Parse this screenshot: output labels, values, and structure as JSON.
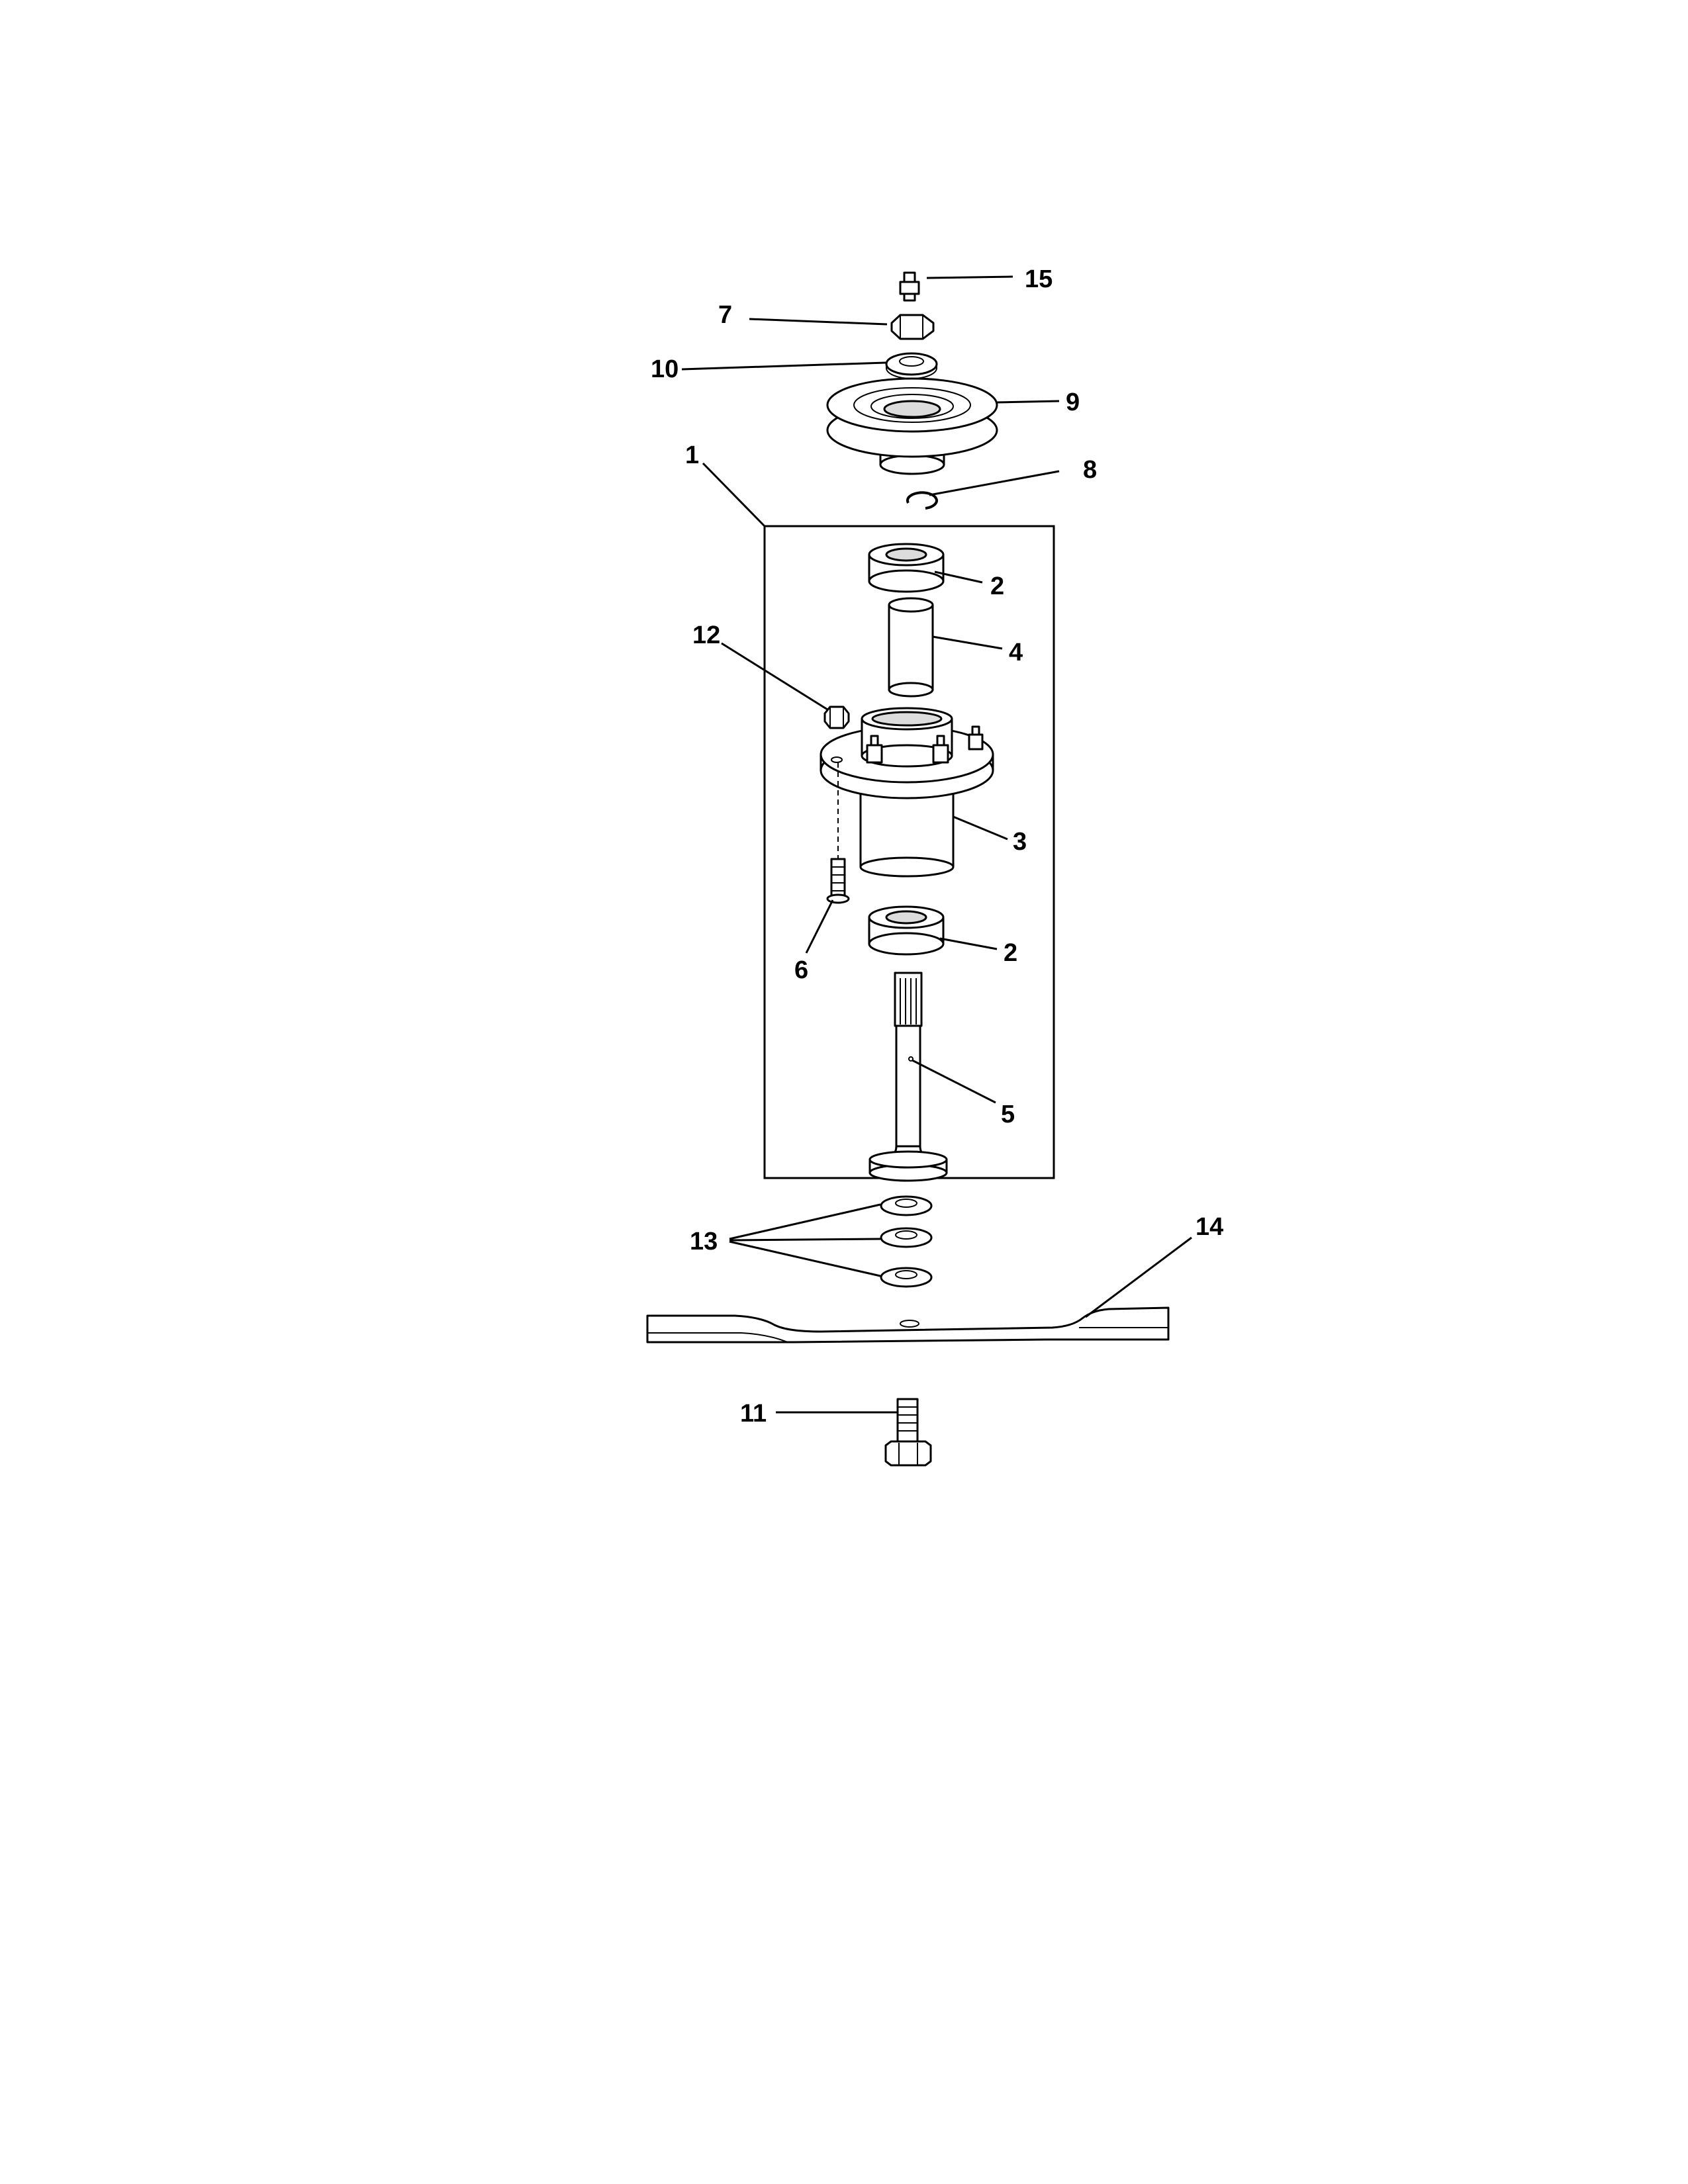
{
  "diagram": {
    "kind": "exploded parts diagram",
    "callouts": [
      {
        "id": "c15",
        "text": "15"
      },
      {
        "id": "c7",
        "text": "7"
      },
      {
        "id": "c10",
        "text": "10"
      },
      {
        "id": "c9",
        "text": "9"
      },
      {
        "id": "c1",
        "text": "1"
      },
      {
        "id": "c8",
        "text": "8"
      },
      {
        "id": "c2a",
        "text": "2"
      },
      {
        "id": "c4",
        "text": "4"
      },
      {
        "id": "c12",
        "text": "12"
      },
      {
        "id": "c3",
        "text": "3"
      },
      {
        "id": "c2b",
        "text": "2"
      },
      {
        "id": "c6",
        "text": "6"
      },
      {
        "id": "c5",
        "text": "5"
      },
      {
        "id": "c13",
        "text": "13"
      },
      {
        "id": "c14",
        "text": "14"
      },
      {
        "id": "c11",
        "text": "11"
      }
    ],
    "colors": {
      "line": "#000000",
      "background": "#ffffff",
      "shade": "#dcdcdc"
    }
  }
}
